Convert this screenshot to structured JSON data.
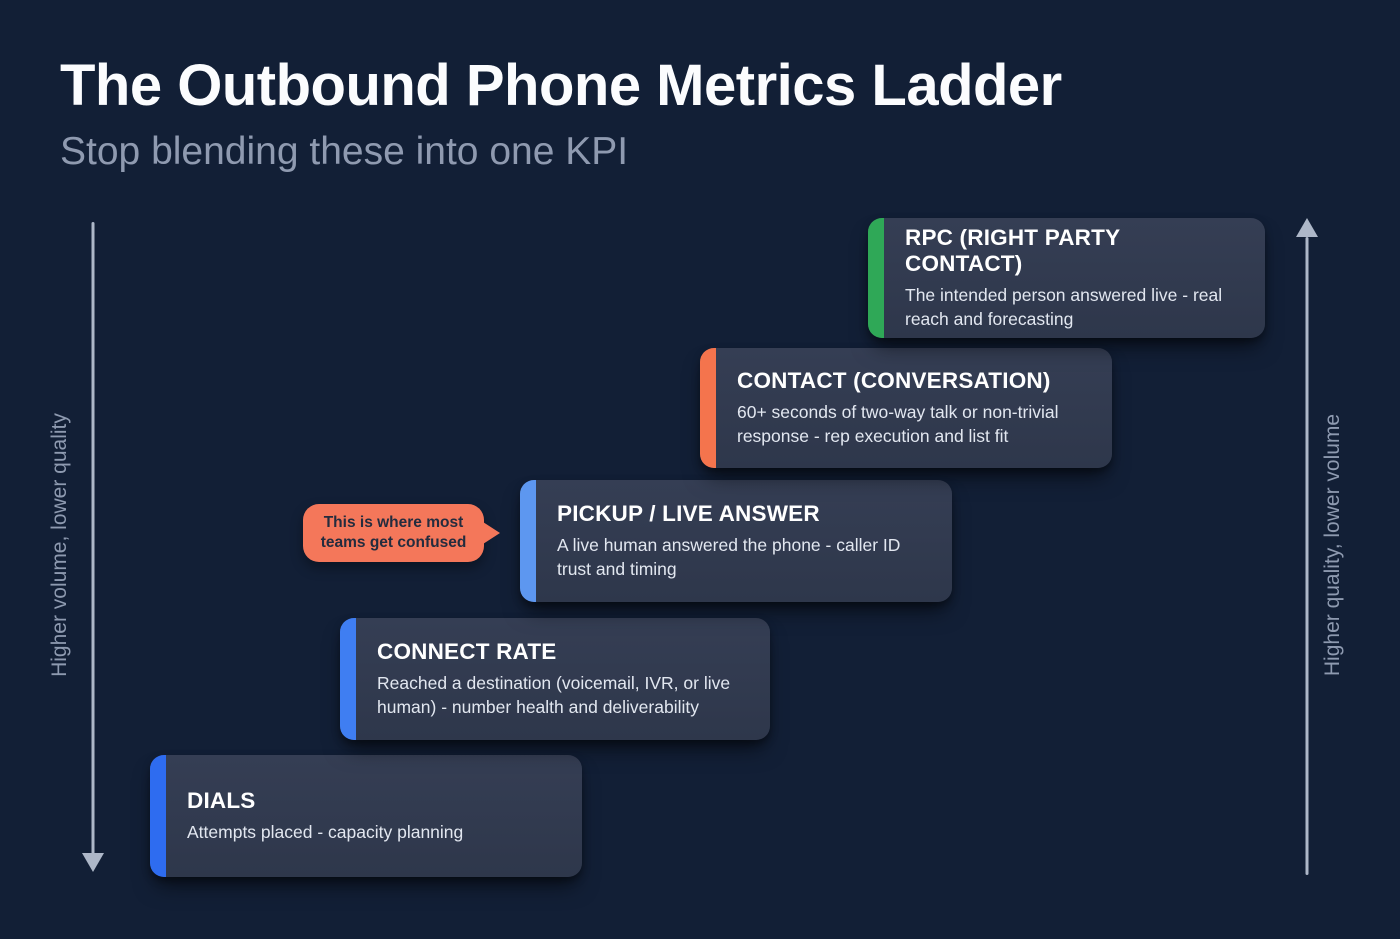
{
  "header": {
    "title": "The Outbound Phone Metrics Ladder",
    "subtitle": "Stop blending these into one KPI"
  },
  "axes": {
    "left_label": "Higher volume, lower quality",
    "right_label": "Higher quality, lower volume",
    "arrow_color": "#adb7c8"
  },
  "callout": {
    "text": "This is where most teams get confused",
    "background": "#f4775a",
    "text_color": "#232c3e"
  },
  "ladder": [
    {
      "title": "DIALS",
      "description": "Attempts placed - capacity planning",
      "accent": "#2e6cf0"
    },
    {
      "title": "CONNECT RATE",
      "description": "Reached a destination (voicemail, IVR, or live human) - number health and deliverability",
      "accent": "#3f7ef2"
    },
    {
      "title": "PICKUP / LIVE ANSWER",
      "description": "A live human answered the phone - caller ID trust and timing",
      "accent": "#5d97f0"
    },
    {
      "title": "CONTACT (CONVERSATION)",
      "description": "60+ seconds of two-way talk or non-trivial response - rep execution and list fit",
      "accent": "#f4744d"
    },
    {
      "title": "RPC (RIGHT PARTY CONTACT)",
      "description": "The intended person answered live - real reach and forecasting",
      "accent": "#2fa857"
    }
  ],
  "colors": {
    "background": "#121f36",
    "card_background": "#323b4f",
    "title_text": "#fbfcfe",
    "subtitle_text": "#8f9ab0"
  }
}
